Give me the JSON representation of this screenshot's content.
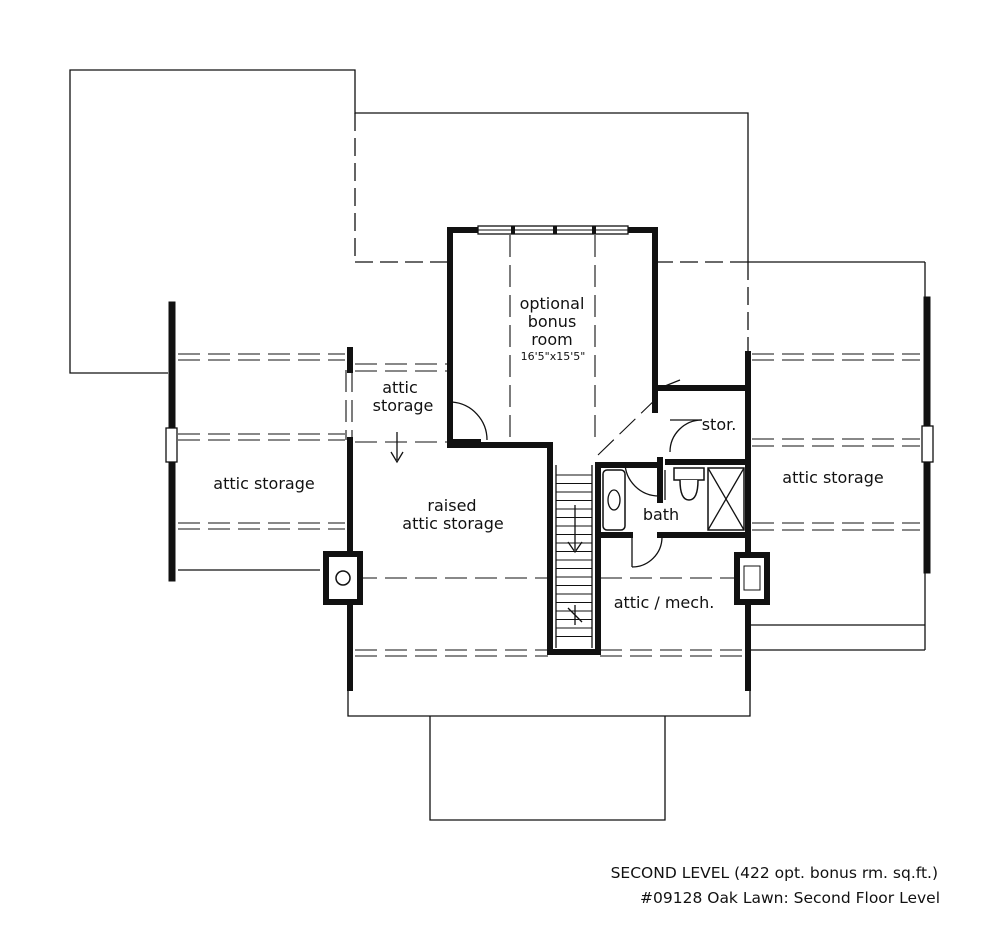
{
  "rooms": {
    "bonus_line1": "optional",
    "bonus_line2": "bonus",
    "bonus_line3": "room",
    "bonus_dims": "16'5\"x15'5\"",
    "attic_storage_small_line1": "attic",
    "attic_storage_small_line2": "storage",
    "attic_storage_left": "attic storage",
    "raised_line1": "raised",
    "raised_line2": "attic storage",
    "stor": "stor.",
    "bath": "bath",
    "attic_storage_right": "attic storage",
    "attic_mech": "attic / mech."
  },
  "caption": {
    "line1": "SECOND LEVEL (422 opt. bonus rm. sq.ft.)",
    "line2": "#09128 Oak Lawn: Second Floor Level"
  }
}
